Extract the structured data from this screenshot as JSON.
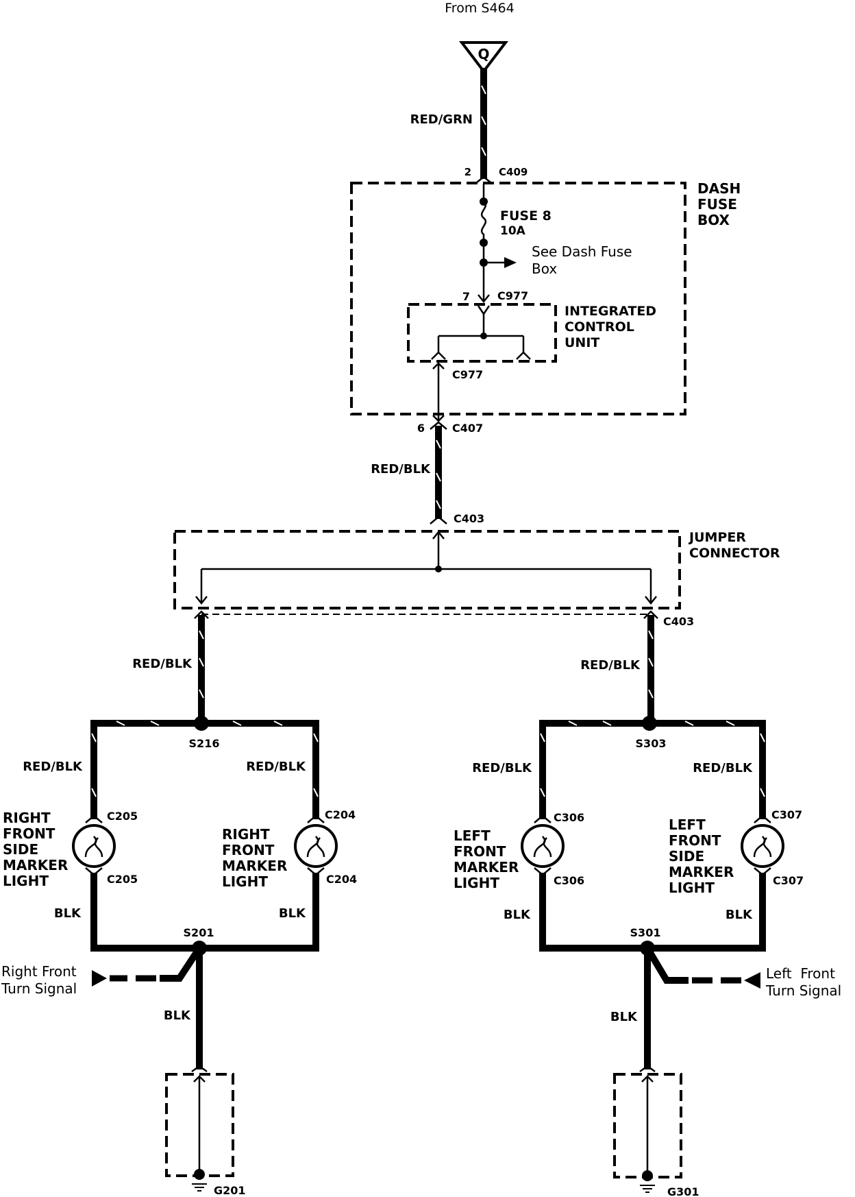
{
  "source": {
    "from": "From S464",
    "connector_letter": "Q"
  },
  "wires": {
    "red_grn": "RED/GRN",
    "red_blk_main": "RED/BLK",
    "red_blk_left": "RED/BLK",
    "red_blk_right": "RED/BLK",
    "red_blk_rf_side": "RED/BLK",
    "red_blk_rf_marker": "RED/BLK",
    "red_blk_lf_marker": "RED/BLK",
    "red_blk_lf_side": "RED/BLK",
    "blk_rf_side": "BLK",
    "blk_rf_marker": "BLK",
    "blk_lf_marker": "BLK",
    "blk_lf_side": "BLK",
    "blk_g201": "BLK",
    "blk_g301": "BLK"
  },
  "dash_fuse_box": {
    "title_lines": [
      "DASH",
      "FUSE",
      "BOX"
    ],
    "fuse_name": "FUSE 8",
    "fuse_rating": "10A",
    "see_ref_lines": [
      "See Dash Fuse",
      "Box"
    ]
  },
  "integrated_control_unit": {
    "title_lines": [
      "INTEGRATED",
      "CONTROL",
      "UNIT"
    ]
  },
  "jumper_connector": {
    "title_lines": [
      "JUMPER",
      "CONNECTOR"
    ]
  },
  "connectors": {
    "c409": "C409",
    "c409_pin": "2",
    "c977_top": "C977",
    "c977_pin": "7",
    "c977_bottom": "C977",
    "c407": "C407",
    "c407_pin": "6",
    "c403_top": "C403",
    "c403_right": "C403",
    "c205_top": "C205",
    "c205_bottom": "C205",
    "c204_top": "C204",
    "c204_bottom": "C204",
    "c306_top": "C306",
    "c306_bottom": "C306",
    "c307_top": "C307",
    "c307_bottom": "C307"
  },
  "splices": {
    "s216": "S216",
    "s303": "S303",
    "s201": "S201",
    "s301": "S301"
  },
  "grounds": {
    "g201": "G201",
    "g301": "G301"
  },
  "lights": {
    "rf_side": [
      "RIGHT",
      "FRONT",
      "SIDE",
      "MARKER",
      "LIGHT"
    ],
    "rf_marker": [
      "RIGHT",
      "FRONT",
      "MARKER",
      "LIGHT"
    ],
    "lf_marker": [
      "LEFT",
      "FRONT",
      "MARKER",
      "LIGHT"
    ],
    "lf_side": [
      "LEFT",
      "FRONT",
      "SIDE",
      "MARKER",
      "LIGHT"
    ]
  },
  "turn_signals": {
    "right": [
      "Right Front",
      "Turn Signal"
    ],
    "left": [
      "Left  Front",
      "Turn Signal"
    ]
  }
}
